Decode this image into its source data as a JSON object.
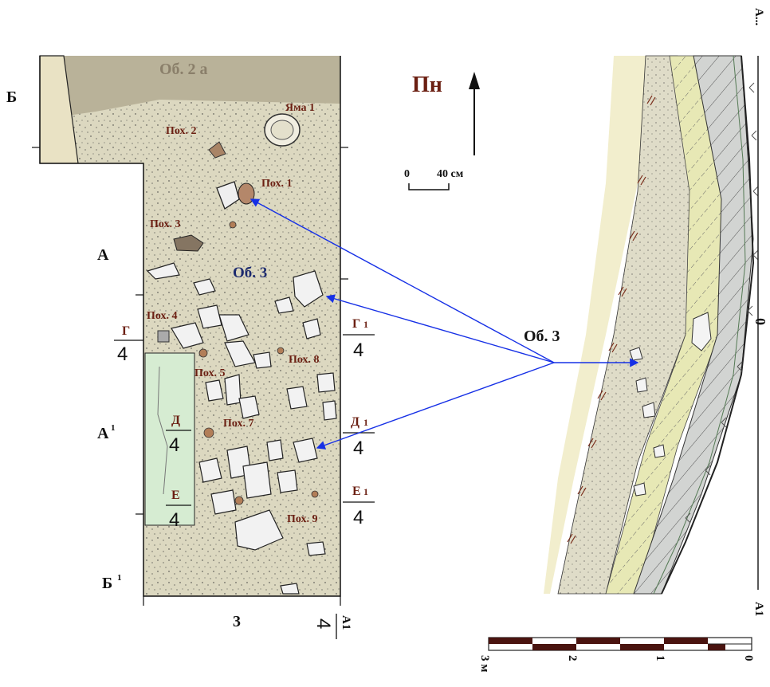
{
  "plan": {
    "obj2a": "Об. 2 а",
    "yama": "Яма 1",
    "burials": [
      "Пох. 1",
      "Пох. 2",
      "Пох. 3",
      "Пох. 4",
      "Пох. 5",
      "Пох. 7",
      "Пох. 8",
      "Пох. 9"
    ],
    "obj3": "Об. 3",
    "corner_labels": {
      "b": "Б",
      "a": "А",
      "a1": "А",
      "a1_sup": "1",
      "b1": "Б",
      "b1_sup": "1",
      "col3": "3"
    },
    "section_marks": {
      "g": "Г",
      "g1": "Г",
      "g1_sub": "1",
      "d": "Д",
      "d1": "Д",
      "d1_sub": "1",
      "e": "Е",
      "e1": "Е",
      "e1_sub": "1",
      "a1_bottom": "А1",
      "a_top": "А..."
    },
    "section_numeral": "4"
  },
  "north": {
    "label": "Пн"
  },
  "small_scale": {
    "start": "0",
    "end": "40 см"
  },
  "profile": {
    "label": "Об. 3",
    "zero": "0"
  },
  "big_scale": {
    "ticks": [
      "0",
      "1",
      "2",
      "3 м"
    ]
  },
  "colors": {
    "soil": "#d9d5bd",
    "top_fill": "#b7ae92",
    "sand": "#f0ecc6",
    "arrow": "#1630e6",
    "label_brown": "#6b1f12"
  }
}
